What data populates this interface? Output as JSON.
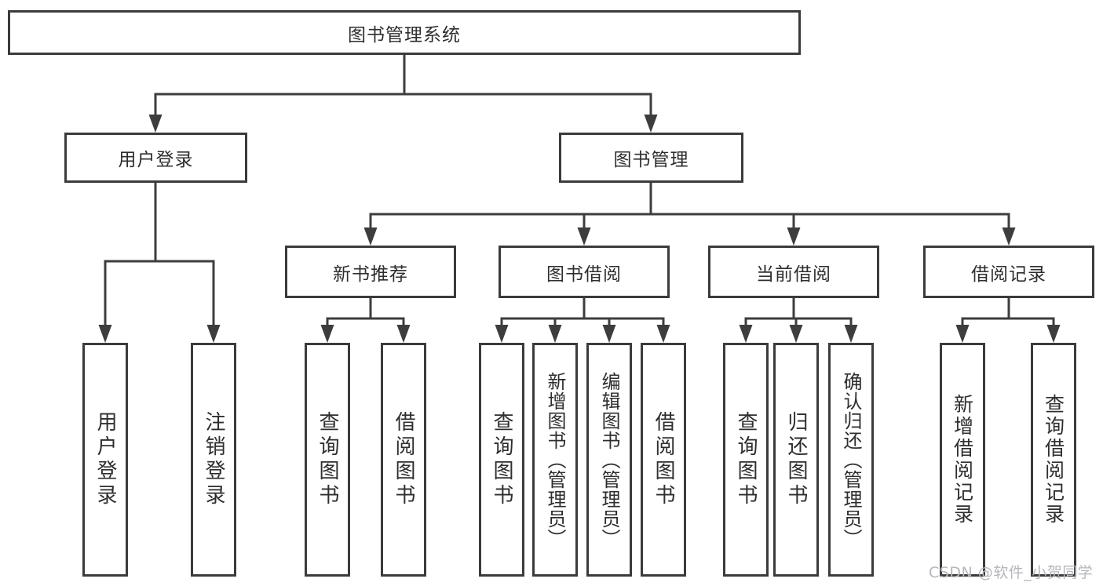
{
  "diagram_title": "图书管理系统",
  "nodes": {
    "root": {
      "label": "图书管理系统"
    },
    "level2": [
      {
        "label": "用户登录",
        "parent": "图书管理系统"
      },
      {
        "label": "图书管理",
        "parent": "图书管理系统"
      }
    ],
    "level3": [
      {
        "label": "新书推荐",
        "parent": "图书管理"
      },
      {
        "label": "图书借阅",
        "parent": "图书管理"
      },
      {
        "label": "当前借阅",
        "parent": "图书管理"
      },
      {
        "label": "借阅记录",
        "parent": "图书管理"
      }
    ],
    "leaves": [
      {
        "label": "用户登录",
        "parent": "用户登录"
      },
      {
        "label": "注销登录",
        "parent": "用户登录"
      },
      {
        "label": "查询图书",
        "parent": "新书推荐"
      },
      {
        "label": "借阅图书",
        "parent": "新书推荐"
      },
      {
        "label": "查询图书",
        "parent": "图书借阅"
      },
      {
        "label": "新增图书（管理员）",
        "parent": "图书借阅"
      },
      {
        "label": "编辑图书（管理员）",
        "parent": "图书借阅"
      },
      {
        "label": "借阅图书",
        "parent": "图书借阅"
      },
      {
        "label": "查询图书",
        "parent": "当前借阅"
      },
      {
        "label": "归还图书",
        "parent": "当前借阅"
      },
      {
        "label": "确认归还（管理员）",
        "parent": "当前借阅"
      },
      {
        "label": "新增借阅记录",
        "parent": "借阅记录"
      },
      {
        "label": "查询借阅记录",
        "parent": "借阅记录"
      }
    ]
  },
  "watermark": {
    "text": "CSDN @软件_小贺同学"
  },
  "colors": {
    "line": "#3d3d3d",
    "box_border": "#3b3b3b",
    "text": "#2e2e2e",
    "background": "#ffffff",
    "watermark": "#b5b7bc"
  }
}
